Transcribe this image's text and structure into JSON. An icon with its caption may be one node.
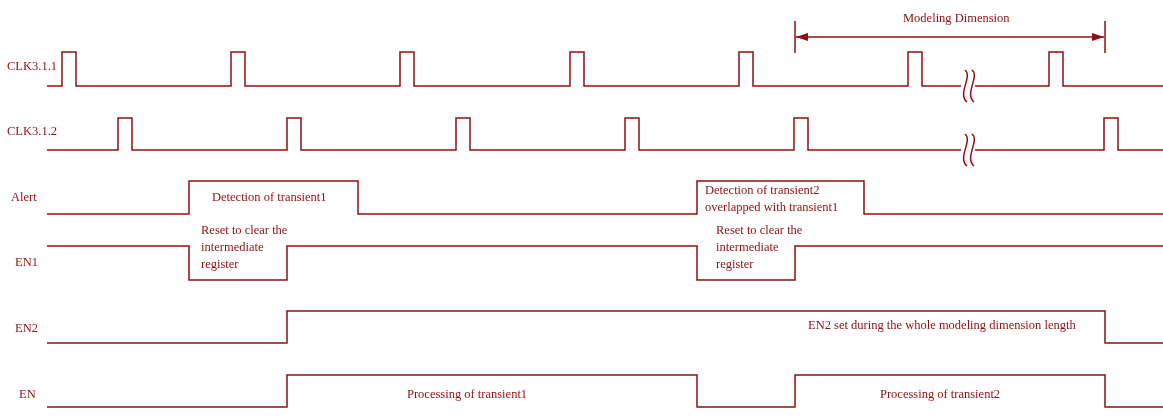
{
  "diagram": {
    "labels": [
      "Modeling Dimension",
      "CLK3.1.1",
      "CLK3.1.2",
      "Alert",
      "Detection of transient1",
      "Detection of transient2 overlapped with transient1",
      "EN1",
      "Reset to clear the intermediate register",
      "Reset to clear the intermediate register",
      "EN2",
      "EN2 set during the whole modeling dimension length",
      "EN",
      "Processing of transient1",
      "Processing of transient2"
    ]
  }
}
